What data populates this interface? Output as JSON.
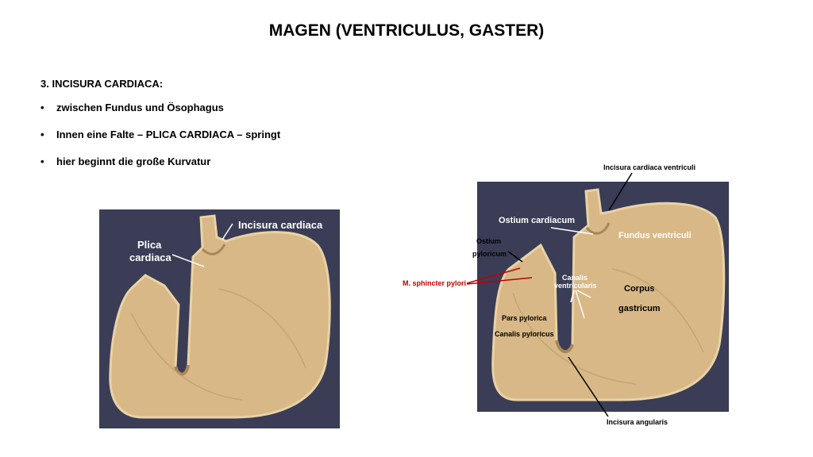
{
  "title": "MAGEN (VENTRICULUS, GASTER)",
  "section": "3. INCISURA CARDIACA:",
  "bullets": [
    "zwischen Fundus und Ösophagus",
    "Innen eine Falte – PLICA CARDIACA – springt",
    "hier beginnt die große Kurvatur"
  ],
  "bullet_symbol": "•",
  "left_photo": {
    "labels": {
      "incisura_cardiaca": "Incisura cardiaca",
      "plica_line1": "Plica",
      "plica_line2": "cardiaca"
    }
  },
  "right_photo": {
    "labels": {
      "incisura_cardiaca_ventriculi": "Incisura cardiaca ventriculi",
      "ostium_cardiacum": "Ostium cardiacum",
      "fundus_ventriculi": "Fundus ventriculi",
      "ostium_line1": "Ostium",
      "ostium_line2": "pyloricum",
      "m_sphincter_pylori": "M. sphincter pylori",
      "canalis_line1": "Canalis",
      "canalis_line2": "ventricularis",
      "corpus_line1": "Corpus",
      "corpus_line2": "gastricum",
      "pars_pylorica": "Pars pylorica",
      "canalis_pyloricus": "Canalis pyloricus",
      "incisura_angularis": "Incisura angularis"
    }
  },
  "colors": {
    "photo_background": "#3a3d55",
    "stomach_tissue": "#d8b886",
    "stomach_rim": "#e9d2a6",
    "stomach_shadow": "#a7865a",
    "label_white": "#ffffff",
    "label_red": "#c00000",
    "label_black": "#000000"
  }
}
